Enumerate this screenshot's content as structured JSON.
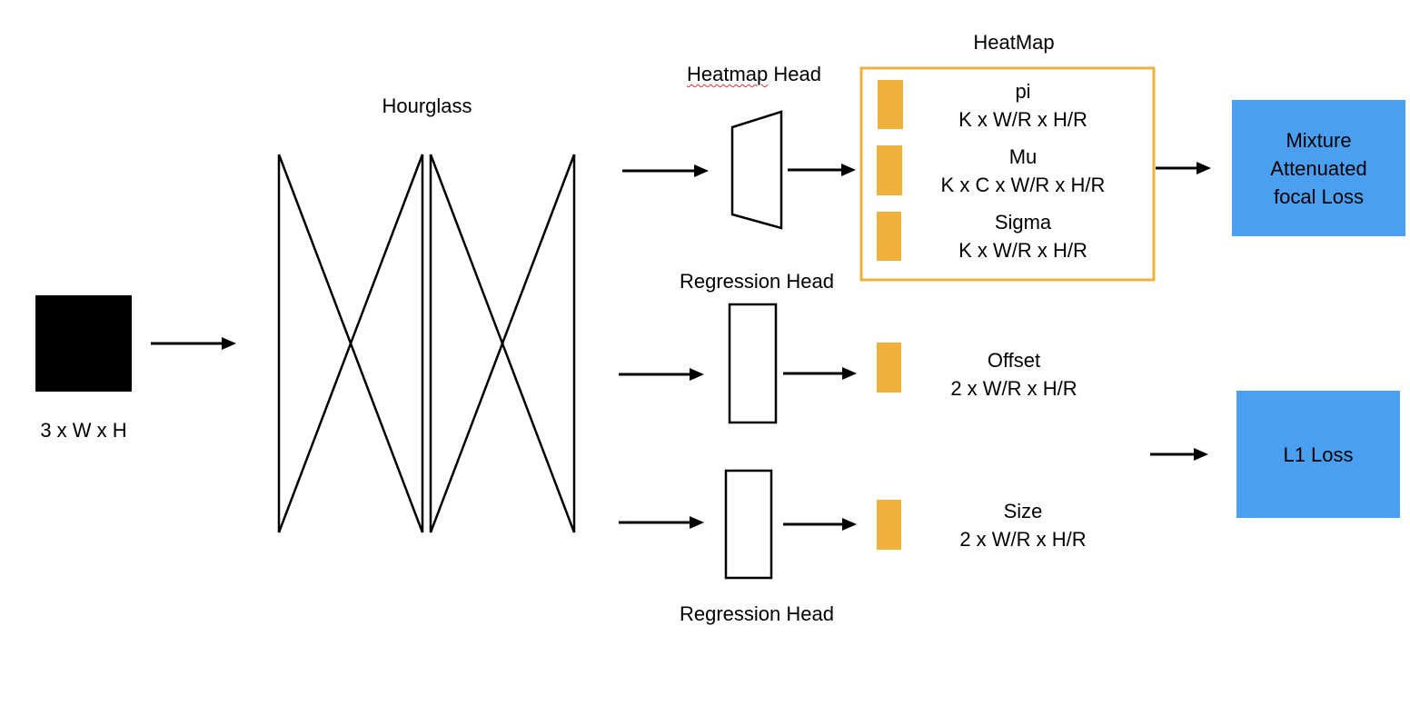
{
  "input": {
    "label": "3 x W x H"
  },
  "hourglass": {
    "label": "Hourglass"
  },
  "heads": {
    "heatmap_head": {
      "label_part1": "Heatmap",
      "label_part2": " Head"
    },
    "regression_head_top": {
      "label": "Regression Head"
    },
    "regression_head_bottom": {
      "label": "Regression Head"
    }
  },
  "heatmap_group": {
    "title": "HeatMap",
    "items": [
      {
        "name": "pi",
        "shape": "K x W/R x H/R"
      },
      {
        "name": "Mu",
        "shape": "K x C x W/R x H/R"
      },
      {
        "name": "Sigma",
        "shape": "K x W/R x H/R"
      }
    ]
  },
  "outputs": {
    "offset": {
      "name": "Offset",
      "shape": "2 x W/R x H/R"
    },
    "size": {
      "name": "Size",
      "shape": "2 x W/R x H/R"
    }
  },
  "losses": {
    "mixture": {
      "line1": "Mixture",
      "line2": "Attenuated",
      "line3": "focal Loss"
    },
    "l1": {
      "label": "L1 Loss"
    }
  },
  "colors": {
    "feature_map": "#f0b03c",
    "loss_box": "#4a9ff0",
    "input_block": "#000000",
    "group_border": "#f0b03c"
  }
}
